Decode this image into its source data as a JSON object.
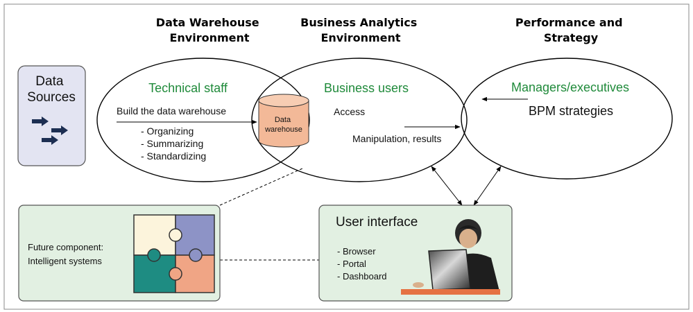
{
  "headings": {
    "col1": [
      "Data Warehouse",
      "Environment"
    ],
    "col2": [
      "Business Analytics",
      "Environment"
    ],
    "col3": [
      "Performance and",
      "Strategy"
    ]
  },
  "data_sources": {
    "label": [
      "Data",
      "Sources"
    ]
  },
  "technical": {
    "title": "Technical staff",
    "action": "Build the data warehouse",
    "items": [
      "- Organizing",
      "- Summarizing",
      "- Standardizing"
    ]
  },
  "warehouse": {
    "label": [
      "Data",
      "warehouse"
    ]
  },
  "business": {
    "title": "Business users",
    "access": "Access",
    "manipulation": "Manipulation, results"
  },
  "performance": {
    "title": "Managers/executives",
    "strategies": "BPM strategies"
  },
  "future": {
    "label": [
      "Future component:",
      "Intelligent systems"
    ]
  },
  "user_interface": {
    "title": "User interface",
    "items": [
      "- Browser",
      "- Portal",
      "- Dashboard"
    ]
  },
  "colors": {
    "green_text": "#1f8a3a",
    "data_sources_fill": "#e3e4f2",
    "panel_fill": "#e2f0e2",
    "warehouse_fill": "#f3b998",
    "arrow_navy": "#1c2e52"
  }
}
